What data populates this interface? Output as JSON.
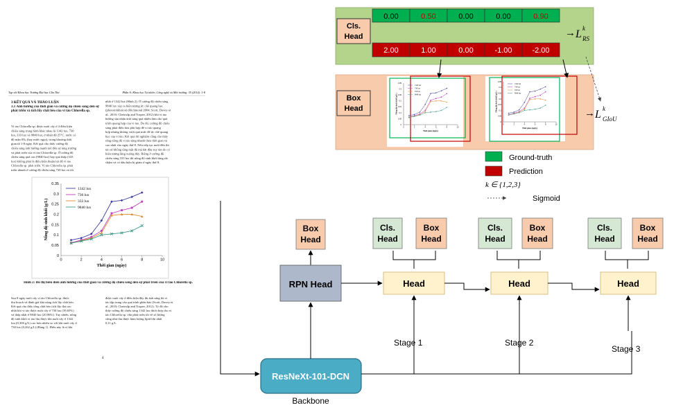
{
  "cls_panel": {
    "title_line1": "Cls.",
    "title_line2": "Head",
    "gt_values": [
      "0.00",
      "0.50",
      "0.00",
      "0.00",
      "0.90"
    ],
    "gt_value_colors": [
      "#000000",
      "#c00000",
      "#000000",
      "#000000",
      "#c00000"
    ],
    "pred_values": [
      "2.00",
      "1.00",
      "0.00",
      "-1.00",
      "-2.00"
    ],
    "loss_arrow": "→",
    "loss_main": "L",
    "loss_sup": "k",
    "loss_sub": "RS"
  },
  "box_panel": {
    "title_line1": "Box",
    "title_line2": "Head",
    "loss_arrow": "→",
    "loss_main": "L",
    "loss_sup": "k",
    "loss_sub": "GIoU"
  },
  "legend": {
    "ground_truth": "Ground-truth",
    "prediction": "Prediction",
    "k_range": "k  ∈ {1,2,3}",
    "sigmoid": "Sigmoid"
  },
  "pipeline": {
    "box_head": [
      "Box",
      "Head"
    ],
    "cls_head": [
      "Cls.",
      "Head"
    ],
    "rpn_head": "RPN Head",
    "head": "Head",
    "stage1": "Stage 1",
    "stage2": "Stage 2",
    "stage3": "Stage 3",
    "backbone_block": "ResNeXt-101-DCN",
    "backbone_label": "Backbone"
  },
  "document": {
    "header_left": "Tạp chí Khoa học Trường Đại học Cần Thơ",
    "header_right": "Phần A: Khoa học Tự nhiên, Công nghệ và Môi trường: 35 (2014): 1-8",
    "section": "3   KẾT QUẢ VÀ THẢO LUẬN",
    "subsection": "3.1   Ảnh hưởng của thời gian và cường độ chiếu sáng đến sự phát triển và tích lũy chất béo của vi tảo Chlorella sp.",
    "col1": [
      "Vi tảo Chlorella sp. được nuôi cấy ở 4 điều kiện",
      "chiếu sáng trung bình khác nhau là 1342 lux, 730",
      "lux, 333 lux và 9840 lux, ở nhiệt độ 25°C, nước có",
      "độ mặn 0‰ (hay nước ngọt), trong khoảng thời",
      "gian từ 1-8 ngày. Kết quả cho thấy cường độ",
      "chiếu sáng ảnh hưởng mạnh mẽ đến sự tăng trưởng",
      "và phát triển của vi tảo Chlorella sp. Ở cường độ",
      "chiếu sáng quá cao (9840 lux) hay quá thấp (333",
      "lux) không phải là điều kiện thuận lợi để vi tảo",
      "Chlorella sp. phát triển. Vi tảo Chlorella sp. phát",
      "triển nhanh ở cường độ chiếu sáng 730 lux và tốt"
    ],
    "col2": [
      "nhất ở 1342 lux (Hình 2). Ở cường độ chiếu sáng",
      "9840 lux xảy ra hiện tượng ức chế quang học",
      "(photoinhibition) (Richmond 2004; Scott, Davey et",
      "al., 2010; Cheirsilp and Torpee, 2012) khi vi tảo",
      "hướng sâu nhận ánh sáng quá nhiều làm cho quá",
      "trình quang hợp của vi tảo. Do đó, cường độ chiếu",
      "sáng phải điều hòa phù hợp để vi tảo quang",
      "hợp nhưng không vượt quá mức để ức chế quang",
      "học của vi tảo. Kết quả thí nghiệm cũng cho thấy",
      "rằng nồng độ vi tảo tăng nhanh theo thời gian và",
      "cao nhất vào ngày thứ 8. Nếu tiếp tục nuôi đến thì",
      "tảo sẽ không tăng mật độ mà bắt đầu suy tàn do có",
      "hiện tượng lắng xuống đáy. Riêng ở cường độ",
      "chiếu sáng 333 lux thì nồng độ sinh khối tăng rất",
      "chậm và có dấu hiệu bị giảm ở ngày thứ 8."
    ],
    "fig_caption": "Hình 2: Đồ thị biểu diễn ảnh hưởng của thời gian và cường độ chiếu sáng đến sự phát triển của vi tảo Chlorella sp.",
    "col3": [
      "Sau 8 ngày nuôi cấy vi tảo Chlorella sp. được",
      "thu hoạch và đánh giá khả năng tích lũy chất béo.",
      "Kết quả cho thấy tổng chất béo tích lũy đạt cao",
      "nhất khi vi tảo được nuôi cấy ở 730 lux (39,65%)",
      "và thấp nhất ở 9840 lux (20,96%). Tuy nhiên, nồng",
      "độ sinh khối vi tảo thu được khi nuôi cấy ở 1342",
      "lux (0,306 g/L) cao hơn nhiều so với khi nuôi cấy ở",
      "730 lux (0,262 g/L) (Bảng 1). Điều này là vì khi"
    ],
    "col4": [
      "được nuôi cấy ở điều kiện đầy đủ ánh sáng thì vi",
      "tảo tập trung vào quá trình phân bào (Scott, Davey et",
      "al., 2010; Cheirsilp and Torpee, 2012). Tỷ đó cho",
      "thấy cường độ chiếu sáng 1342 lux thích hợp cho vi",
      "tảo Chlorella sp. vừa phát triển tốt về số lượng",
      "cũng như thu được hàm lượng lipid lớn nhất",
      "0,11 g/L."
    ],
    "page_number": "4"
  },
  "chart_data": [
    {
      "type": "line",
      "xlabel": "Thời gian (ngày)",
      "ylabel": "Nồng độ sinh khối (g/L)",
      "xlim": [
        0,
        10
      ],
      "ylim": [
        0,
        0.35
      ],
      "xticks": [
        "0",
        "2",
        "4",
        "6",
        "8",
        "10"
      ],
      "yticks": [
        "0",
        "0.05",
        "0.1",
        "0.15",
        "0.2",
        "0.25",
        "0.3",
        "0.35"
      ],
      "legend_position": "top-left",
      "series": [
        {
          "name": "1342 lux",
          "color": "#3b3b9e",
          "marker": "diamond",
          "x": [
            1,
            2,
            3,
            4,
            5,
            6,
            7,
            8
          ],
          "y": [
            0.075,
            0.085,
            0.105,
            0.17,
            0.262,
            0.268,
            0.285,
            0.306
          ]
        },
        {
          "name": "730 lux",
          "color": "#c03ec0",
          "marker": "square",
          "x": [
            1,
            2,
            3,
            4,
            5,
            6,
            7,
            8
          ],
          "y": [
            0.062,
            0.075,
            0.09,
            0.12,
            0.205,
            0.22,
            0.232,
            0.262
          ]
        },
        {
          "name": "333 lux",
          "color": "#e08a2a",
          "marker": "triangle",
          "x": [
            1,
            2,
            3,
            4,
            5,
            6,
            7,
            8
          ],
          "y": [
            0.06,
            0.072,
            0.085,
            0.11,
            0.195,
            0.2,
            0.2,
            0.19
          ]
        },
        {
          "name": "9840 lux",
          "color": "#3a9a8a",
          "marker": "x",
          "x": [
            1,
            2,
            3,
            4,
            5,
            6,
            7,
            8
          ],
          "y": [
            0.06,
            0.07,
            0.08,
            0.1,
            0.105,
            0.11,
            0.12,
            0.145
          ]
        }
      ]
    }
  ],
  "colors": {
    "green_panel": "#b3d48a",
    "gt_green": "#00b050",
    "pred_red": "#c00000",
    "peach_panel": "#f8cbad",
    "head_orange": "#f8cbad",
    "head_green": "#d5e8d4",
    "head_yellow": "#fff2cc",
    "rpn": "#adb9ca",
    "backbone": "#4bacc6"
  }
}
